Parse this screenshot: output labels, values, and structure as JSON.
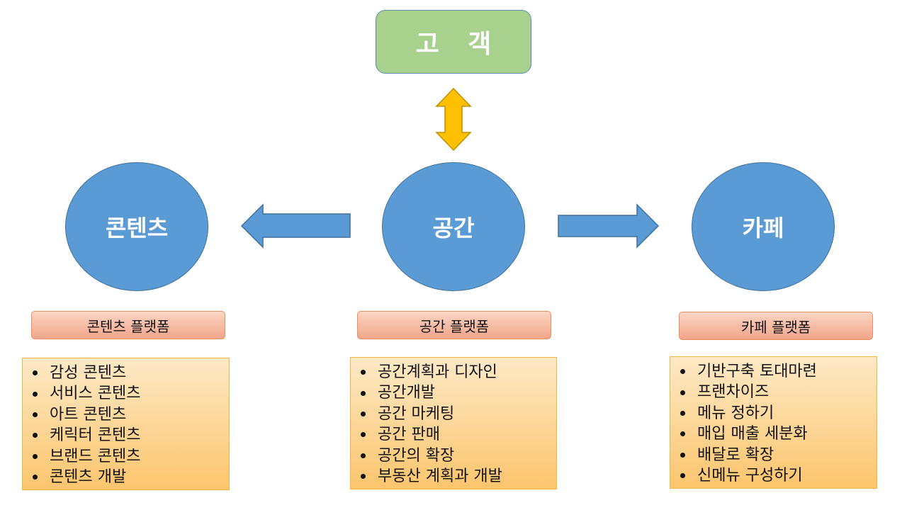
{
  "customer": {
    "label": "고 객"
  },
  "circles": {
    "left": "콘텐츠",
    "center": "공간",
    "right": "카페"
  },
  "platforms": {
    "left": "콘텐츠 플랫폼",
    "center": "공간 플랫폼",
    "right": "카페 플랫폼"
  },
  "lists": {
    "left": [
      "감성 콘텐츠",
      "서비스 콘텐츠",
      "아트 콘텐츠",
      "케릭터 콘텐츠",
      "브랜드 콘텐츠",
      "콘텐츠 개발"
    ],
    "center": [
      "공간계획과 디자인",
      "공간개발",
      "공간 마케팅",
      "공간 판매",
      "공간의 확장",
      "부동산 계획과 개발"
    ],
    "right": [
      "기반구축 토대마련",
      "프랜차이즈",
      "메뉴 정하기",
      "매입 매출 세분화",
      "배달로 확장",
      "신메뉴 구성하기"
    ]
  },
  "colors": {
    "customer_box": "#a9d18e",
    "circle": "#5b9bd5",
    "double_arrow": "#ffc000",
    "side_arrows": "#5b9bd5",
    "platform_label": "#f4b183",
    "list_box": "#ffd966"
  },
  "icons": {
    "vertical_arrow": "double-arrow-up-down",
    "left_arrow": "arrow-left",
    "right_arrow": "arrow-right",
    "bullet": "bullet-dot"
  }
}
